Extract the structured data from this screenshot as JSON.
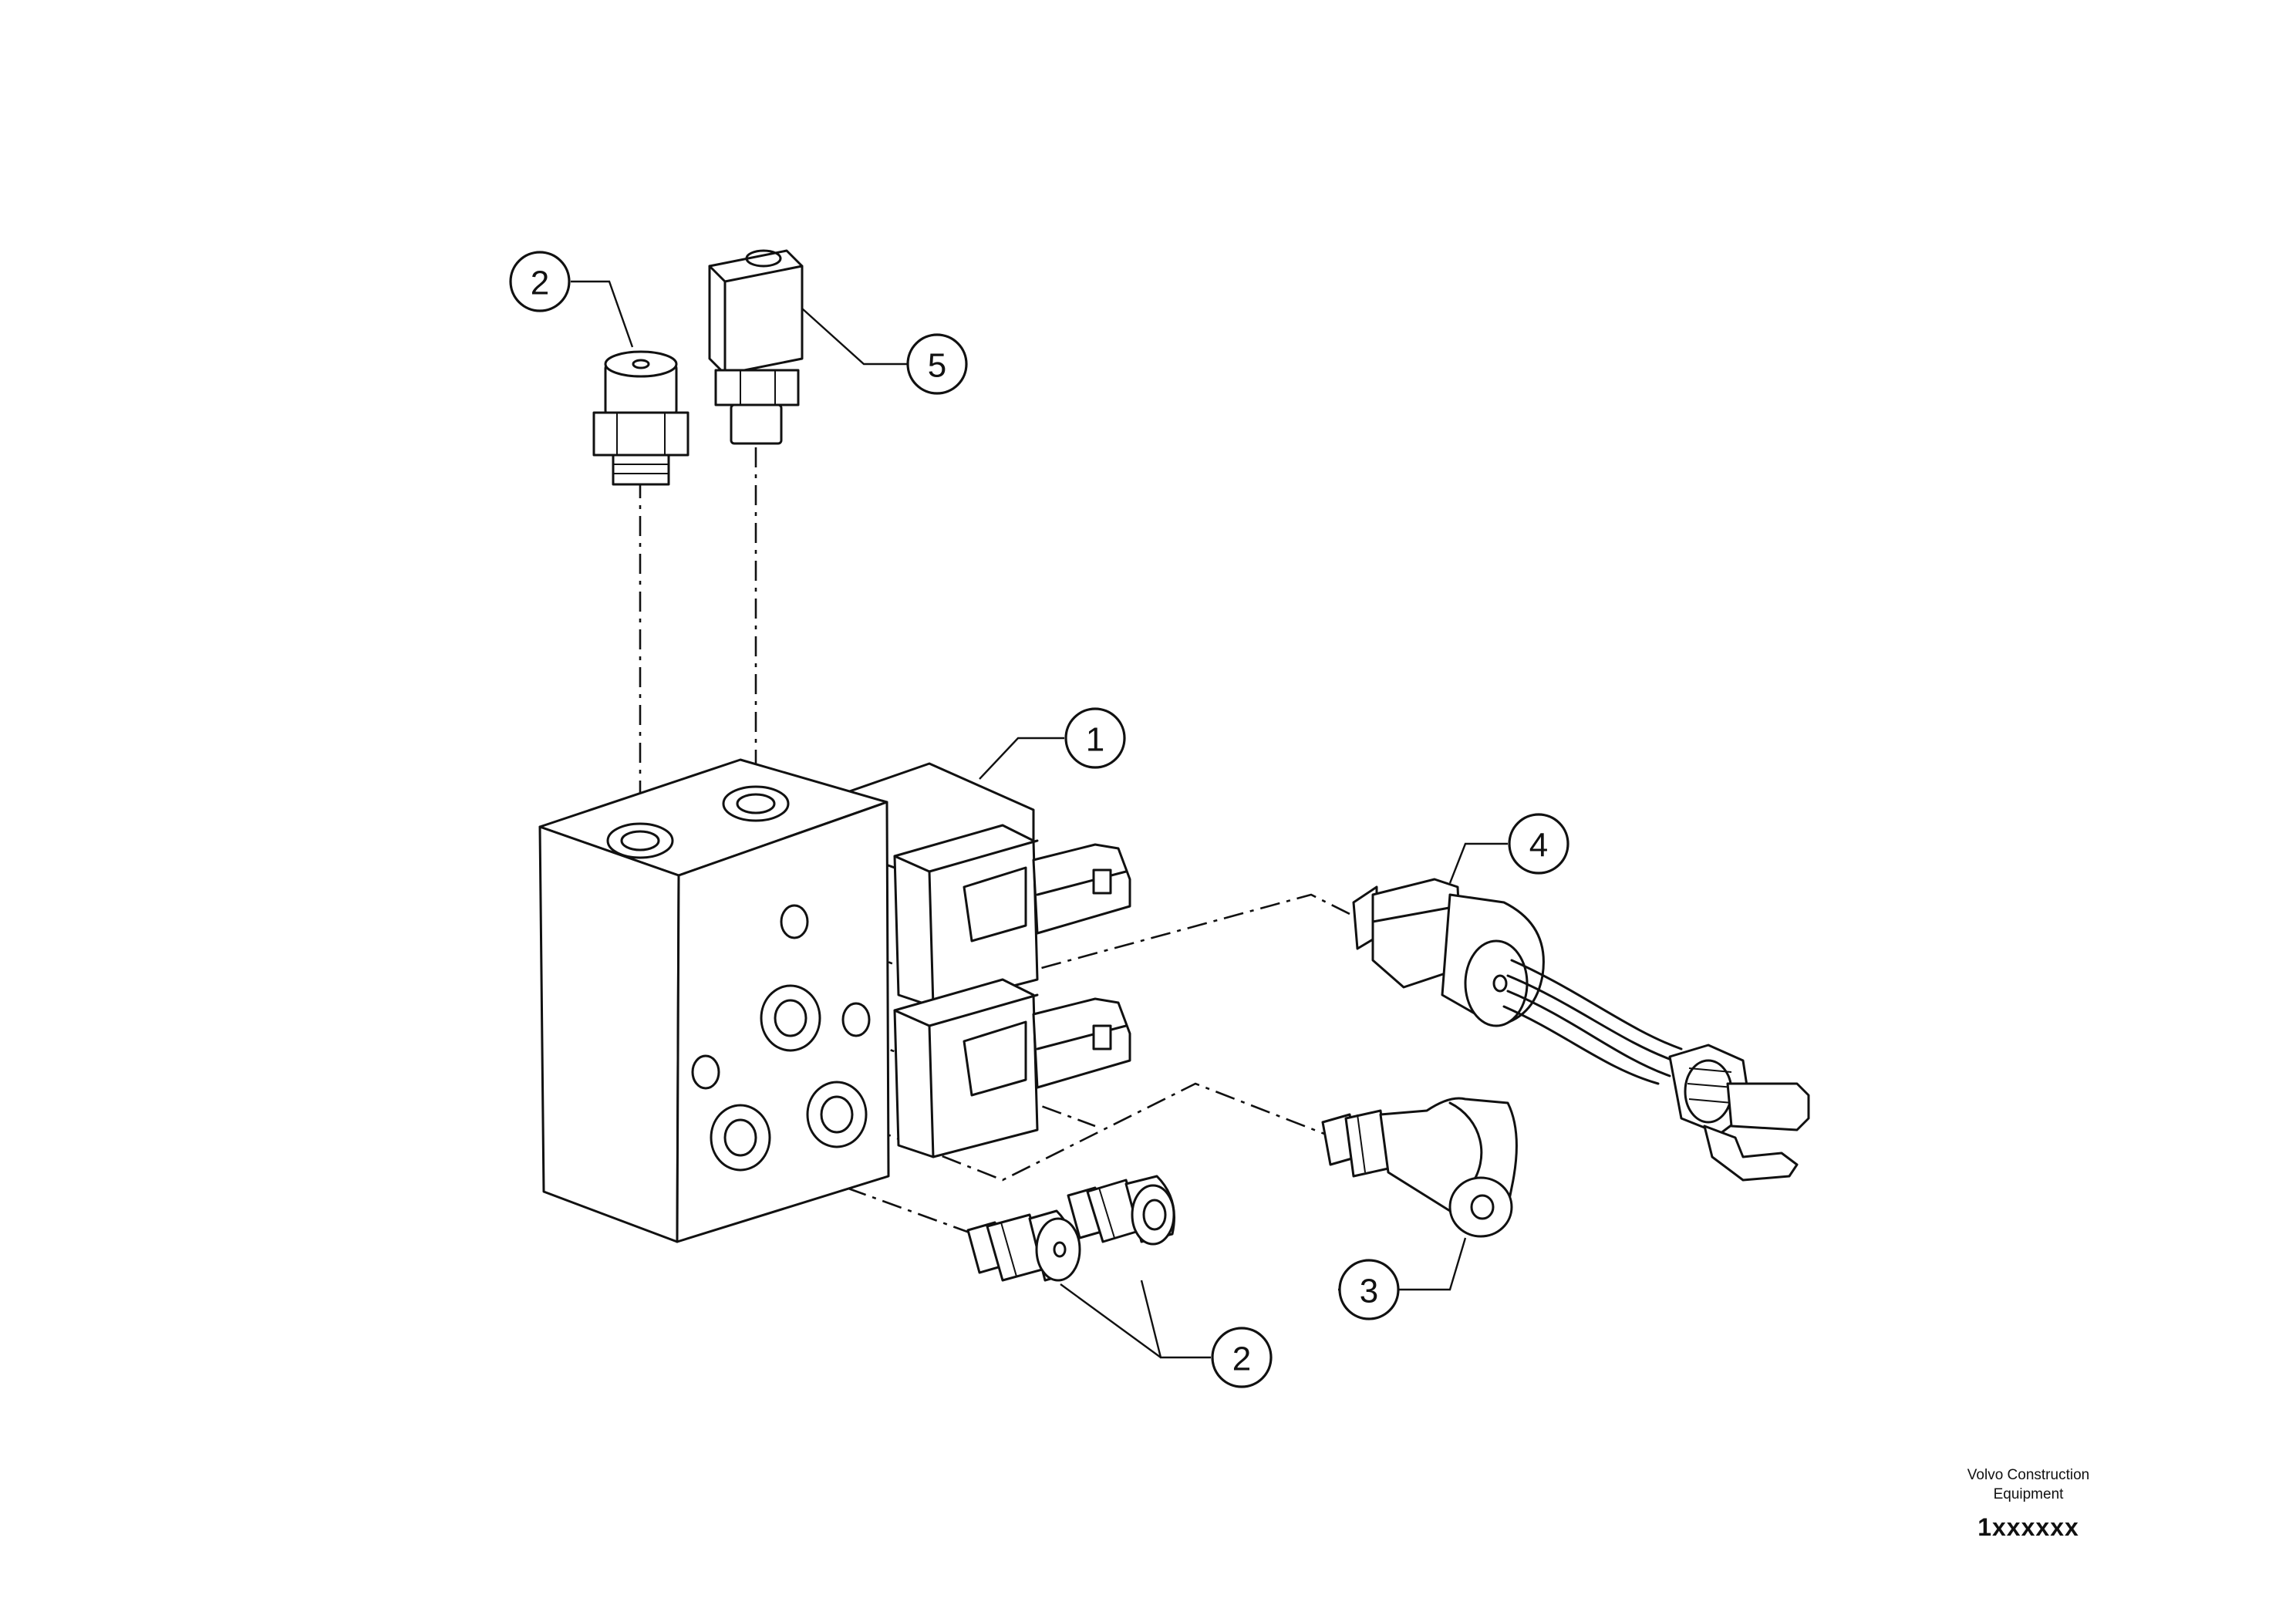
{
  "callouts": [
    {
      "id": "c2a",
      "label": "2"
    },
    {
      "id": "c5",
      "label": "5"
    },
    {
      "id": "c1",
      "label": "1"
    },
    {
      "id": "c4",
      "label": "4"
    },
    {
      "id": "c3",
      "label": "3"
    },
    {
      "id": "c2b",
      "label": "2"
    }
  ],
  "footer": {
    "company_line1": "Volvo Construction",
    "company_line2": "Equipment",
    "drawing_number": "1xxxxxx"
  }
}
